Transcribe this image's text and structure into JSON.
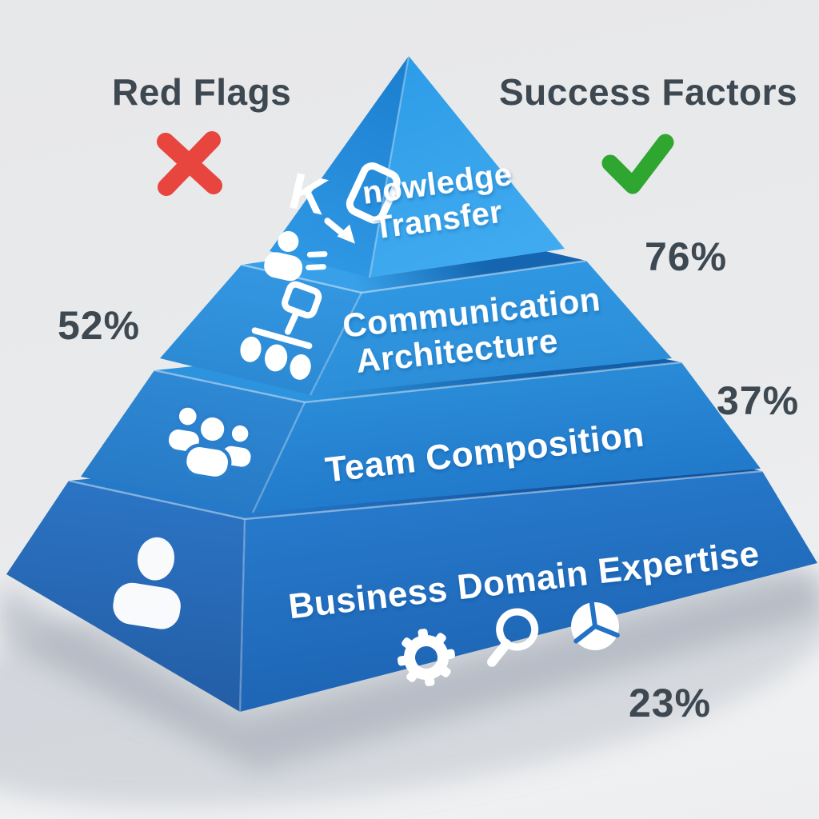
{
  "header": {
    "left_title": "Red Flags",
    "right_title": "Success Factors"
  },
  "marks": {
    "left_mark_icon": "red-x",
    "right_mark_icon": "green-check"
  },
  "pyramid": {
    "tiers": [
      {
        "name": "Knowledge Transfer",
        "left_face_letter": "K",
        "label_line1": "nowledge",
        "label_line2": "Transfer",
        "percent": "76%",
        "percent_side": "right",
        "side_icon": "knowledge-transfer"
      },
      {
        "name": "Communication Architecture",
        "label_line1": "Communication",
        "label_line2": "Architecture",
        "percent": "52%",
        "percent_side": "left",
        "side_icon": "org-chart"
      },
      {
        "name": "Team Composition",
        "label": "Team Composition",
        "percent": "37%",
        "percent_side": "right",
        "side_icon": "people-group"
      },
      {
        "name": "Business Domain Expertise",
        "label": "Business Domain Expertise",
        "percent": "23%",
        "percent_side": "right",
        "side_icon": "person",
        "front_icons": [
          "gear",
          "magnifier",
          "pie-chart"
        ]
      }
    ]
  },
  "colors": {
    "background": "#E9EAEC",
    "text_dark": "#3D4851",
    "red_x": "#E8453F",
    "green_check": "#2FA62F",
    "tier1_front": "#36A3EC",
    "tier2_front": "#2E93DD",
    "tier3_front": "#2484D2",
    "tier4_front": "#2272C5",
    "label_white": "#FFFFFF"
  }
}
